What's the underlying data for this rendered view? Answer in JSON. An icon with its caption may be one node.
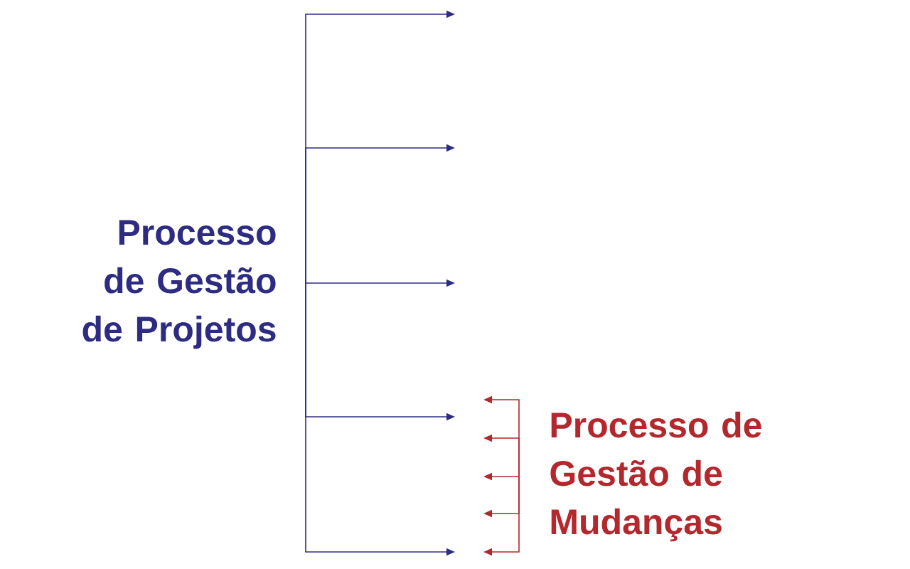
{
  "diagram": {
    "nodes": [
      {
        "text": [
          "Processo de Gestão de Projetos"
        ]
      },
      {
        "text": [
          "Processo de Gestão de Mudanças"
        ]
      }
    ],
    "edges": [
      {
        "from": 0,
        "to": null,
        "arrow": "to",
        "color": "#2e2c82"
      },
      {
        "from": 0,
        "to": null,
        "arrow": "to",
        "color": "#2e2c82"
      },
      {
        "from": 0,
        "to": null,
        "arrow": "to",
        "color": "#2e2c82"
      },
      {
        "from": 0,
        "to": null,
        "arrow": "to",
        "color": "#2e2c82"
      },
      {
        "from": 0,
        "to": null,
        "arrow": "to",
        "color": "#2e2c82"
      },
      {
        "from": 1,
        "to": null,
        "arrow": "to",
        "color": "#b3282d"
      },
      {
        "from": 1,
        "to": null,
        "arrow": "to",
        "color": "#b3282d"
      },
      {
        "from": 1,
        "to": null,
        "arrow": "to",
        "color": "#b3282d"
      },
      {
        "from": 1,
        "to": null,
        "arrow": "to",
        "color": "#b3282d"
      },
      {
        "from": 1,
        "to": null,
        "arrow": "to",
        "color": "#b3282d"
      }
    ]
  }
}
